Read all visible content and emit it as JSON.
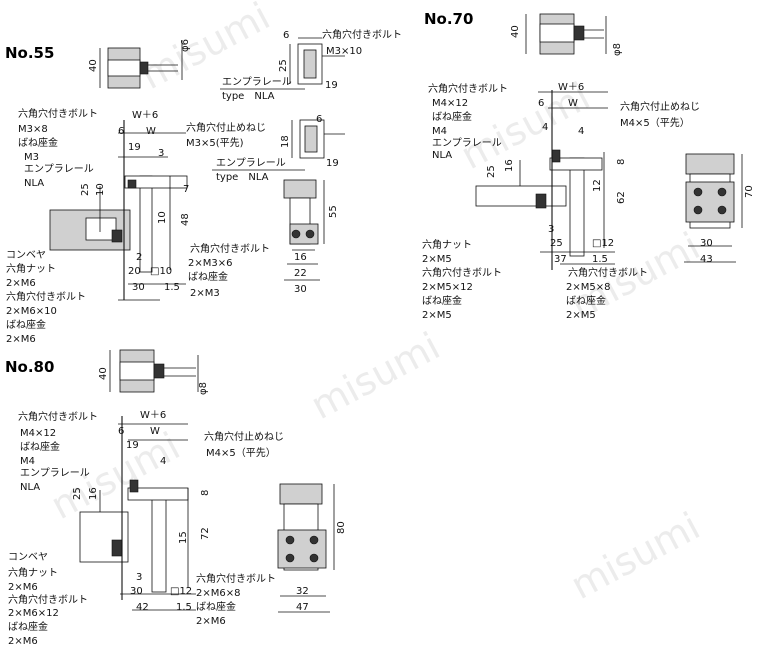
{
  "watermark": "misumi",
  "no55": {
    "title": "No.55",
    "top_dim": "φ6",
    "top_h": "40",
    "tr_hex_bolt": "六角穴付きボルト",
    "tr_m3x10": "M3×10",
    "tr_6": "6",
    "tr_25": "25",
    "tr_19": "19",
    "tr_rail": "エンプラレール",
    "tr_type": "type　NLA",
    "m_6b": "6",
    "m_18": "18",
    "m_19b": "19",
    "m_rail2": "エンプラレール",
    "m_type2": "type　NLA",
    "set_screw": "六角穴付止めねじ",
    "set_screw_spec": "M3×5(平先)",
    "bolt_lbl": "六角穴付きボルト",
    "bolt_spec1": "M3×8",
    "bolt_spec2": "ばね座金",
    "m3": "M3",
    "rail": "エンプラレール",
    "nla": "NLA",
    "w6": "W＋6",
    "w": "W",
    "d6": "6",
    "d19": "19",
    "d3": "3",
    "d25": "25",
    "d10": "10",
    "d7": "7",
    "d10b": "10",
    "d48": "48",
    "conveyor": "コンベヤ",
    "nut": "六角ナット",
    "nut_spec": "2×M6",
    "bolt2": "六角穴付きボルト",
    "bolt2_spec1": "2×M6×10",
    "bolt2_spec2": "ばね座金",
    "bolt2_spec3": "2×M6",
    "d2": "2",
    "d20": "20",
    "d30": "30",
    "d1_5": "1.5",
    "sq10": "□10",
    "bolt3": "六角穴付きボルト",
    "bolt3_spec1": "2×M3×6",
    "bolt3_spec2": "ばね座金",
    "bolt3_spec3": "2×M3",
    "side_55": "55",
    "side_16": "16",
    "side_22": "22",
    "side_30": "30"
  },
  "no70": {
    "title": "No.70",
    "top_h": "40",
    "top_dim": "φ8",
    "bolt_lbl": "六角穴付きボルト",
    "bolt_spec1": "M4×12",
    "bolt_spec2": "ばね座金",
    "m4": "M4",
    "rail": "エンプラレール",
    "nla": "NLA",
    "w6": "W＋6",
    "w": "W",
    "d6": "6",
    "d4": "4",
    "d4b": "4",
    "d25": "25",
    "d16": "16",
    "d8": "8",
    "d12": "12",
    "d62": "62",
    "set_screw": "六角穴付止めねじ",
    "set_screw_spec": "M4×5（平先）",
    "nut": "六角ナット",
    "nut_spec": "2×M5",
    "bolt2": "六角穴付きボルト",
    "bolt2_spec1": "2×M5×12",
    "bolt2_spec2": "ばね座金",
    "bolt2_spec3": "2×M5",
    "d3": "3",
    "d25b": "25",
    "d37": "37",
    "d1_5": "1.5",
    "sq12": "□12",
    "bolt3": "六角穴付きボルト",
    "bolt3_spec1": "2×M5×8",
    "bolt3_spec2": "ばね座金",
    "bolt3_spec3": "2×M5",
    "side_70": "70",
    "side_30": "30",
    "side_43": "43"
  },
  "no80": {
    "title": "No.80",
    "top_h": "40",
    "top_dim": "φ8",
    "bolt_lbl": "六角穴付きボルト",
    "bolt_spec1": "M4×12",
    "bolt_spec2": "ばね座金",
    "m4": "M4",
    "rail": "エンプラレール",
    "nla": "NLA",
    "w6": "W＋6",
    "w": "W",
    "d6": "6",
    "d19": "19",
    "d4": "4",
    "d25": "25",
    "d16": "16",
    "d8": "8",
    "d15": "15",
    "d72": "72",
    "set_screw": "六角穴付止めねじ",
    "set_screw_spec": "M4×5（平先）",
    "conveyor": "コンベヤ",
    "nut": "六角ナット",
    "nut_spec": "2×M6",
    "bolt2": "六角穴付きボルト",
    "bolt2_spec1": "2×M6×12",
    "bolt2_spec2": "ばね座金",
    "bolt2_spec3": "2×M6",
    "d3": "3",
    "d30": "30",
    "d42": "42",
    "d1_5": "1.5",
    "sq12": "□12",
    "bolt3": "六角穴付きボルト",
    "bolt3_spec1": "2×M6×8",
    "bolt3_spec2": "ばね座金",
    "bolt3_spec3": "2×M6",
    "side_80": "80",
    "side_32": "32",
    "side_47": "47"
  }
}
